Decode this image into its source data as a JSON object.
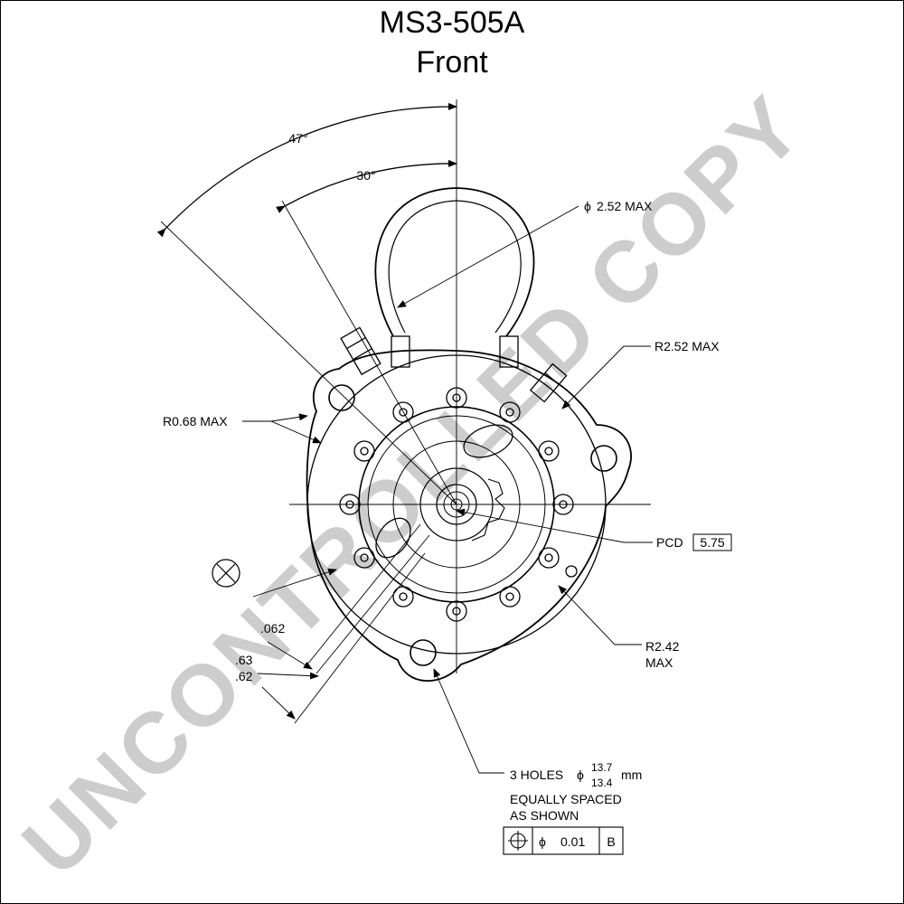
{
  "title": {
    "model": "MS3-505A",
    "view": "Front"
  },
  "watermark": {
    "text": "UNCONTROLLED COPY",
    "color": "#bdbdbd"
  },
  "angles": {
    "outer": "47°",
    "inner": "30°"
  },
  "dimensions": {
    "dia_max": "2.52 MAX",
    "r_top": "R2.52 MAX",
    "r_left": "R0.68 MAX",
    "pcd_label": "PCD",
    "pcd_value": "5.75",
    "r_bottom_line1": "R2.42",
    "r_bottom_line2": "MAX",
    "d062": ".062",
    "d63": ".63",
    "d62": ".62"
  },
  "holes_note": {
    "line1_prefix": "3 HOLES",
    "upper": "13.7",
    "lower": "13.4",
    "unit": "mm",
    "line2": "EQUALLY SPACED",
    "line3": "AS SHOWN"
  },
  "tolerance_frame": {
    "value": "0.01",
    "datum": "B"
  },
  "symbols": {
    "diameter": "ϕ"
  }
}
